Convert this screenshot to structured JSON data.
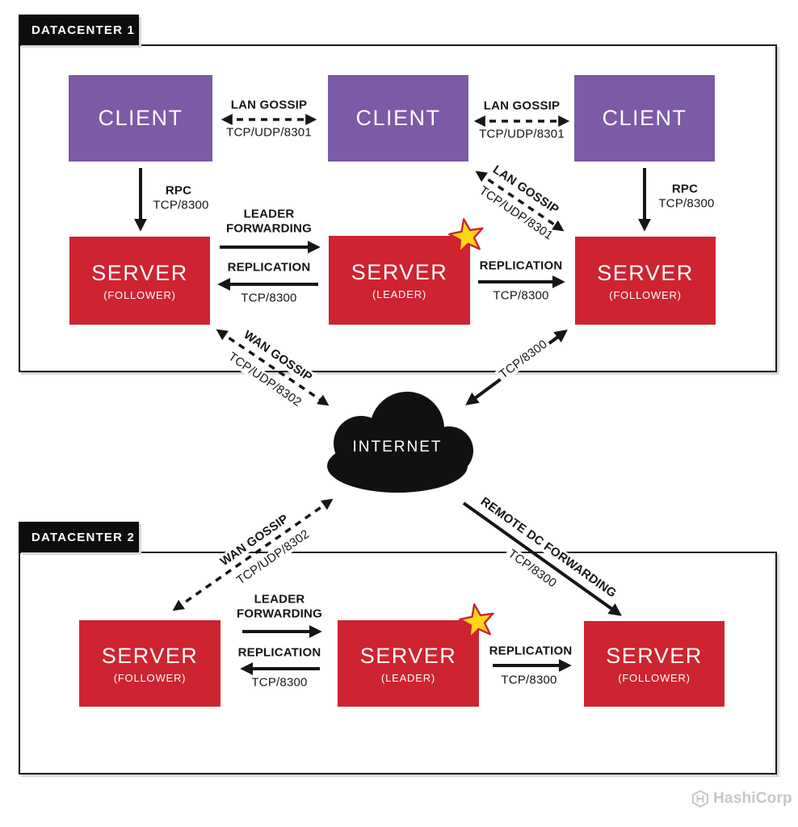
{
  "palette": {
    "client_purple": "#7B5AA6",
    "server_red": "#CE2331",
    "ink_black": "#161616",
    "star_yellow": "#FFD617",
    "star_outline": "#CE2331",
    "logo_gray": "#C4C7CC"
  },
  "dc1": {
    "label": "DATACENTER 1",
    "clients": [
      {
        "label": "CLIENT"
      },
      {
        "label": "CLIENT"
      },
      {
        "label": "CLIENT"
      }
    ],
    "servers": [
      {
        "title": "SERVER",
        "subtitle": "(FOLLOWER)"
      },
      {
        "title": "SERVER",
        "subtitle": "(LEADER)"
      },
      {
        "title": "SERVER",
        "subtitle": "(FOLLOWER)"
      }
    ],
    "edges": {
      "lan_gossip_1": {
        "title": "LAN GOSSIP",
        "port": "TCP/UDP/8301"
      },
      "lan_gossip_2": {
        "title": "LAN GOSSIP",
        "port": "TCP/UDP/8301"
      },
      "lan_gossip_diagonal": {
        "title": "LAN GOSSIP",
        "port": "TCP/UDP/8301"
      },
      "rpc_left": {
        "title": "RPC",
        "port": "TCP/8300"
      },
      "rpc_right": {
        "title": "RPC",
        "port": "TCP/8300"
      },
      "leader_forwarding": {
        "line1": "LEADER",
        "line2": "FORWARDING"
      },
      "replication_left": {
        "title": "REPLICATION",
        "port": "TCP/8300"
      },
      "replication_right": {
        "title": "REPLICATION",
        "port": "TCP/8300"
      }
    }
  },
  "wan": {
    "wan_gossip_dc1": {
      "title": "WAN GOSSIP",
      "port": "TCP/UDP/8302"
    },
    "tcp_dc1": {
      "port": "TCP/8300"
    },
    "wan_gossip_dc2": {
      "title": "WAN GOSSIP",
      "port": "TCP/UDP/8302"
    },
    "remote_dc_forwarding": {
      "title": "REMOTE DC FORWARDING",
      "port": "TCP/8300"
    }
  },
  "cloud": {
    "label": "INTERNET"
  },
  "dc2": {
    "label": "DATACENTER 2",
    "servers": [
      {
        "title": "SERVER",
        "subtitle": "(FOLLOWER)"
      },
      {
        "title": "SERVER",
        "subtitle": "(LEADER)"
      },
      {
        "title": "SERVER",
        "subtitle": "(FOLLOWER)"
      }
    ],
    "edges": {
      "leader_forwarding": {
        "line1": "LEADER",
        "line2": "FORWARDING"
      },
      "replication_left": {
        "title": "REPLICATION",
        "port": "TCP/8300"
      },
      "replication_right": {
        "title": "REPLICATION",
        "port": "TCP/8300"
      }
    }
  },
  "footer": {
    "brand": "HashiCorp"
  }
}
